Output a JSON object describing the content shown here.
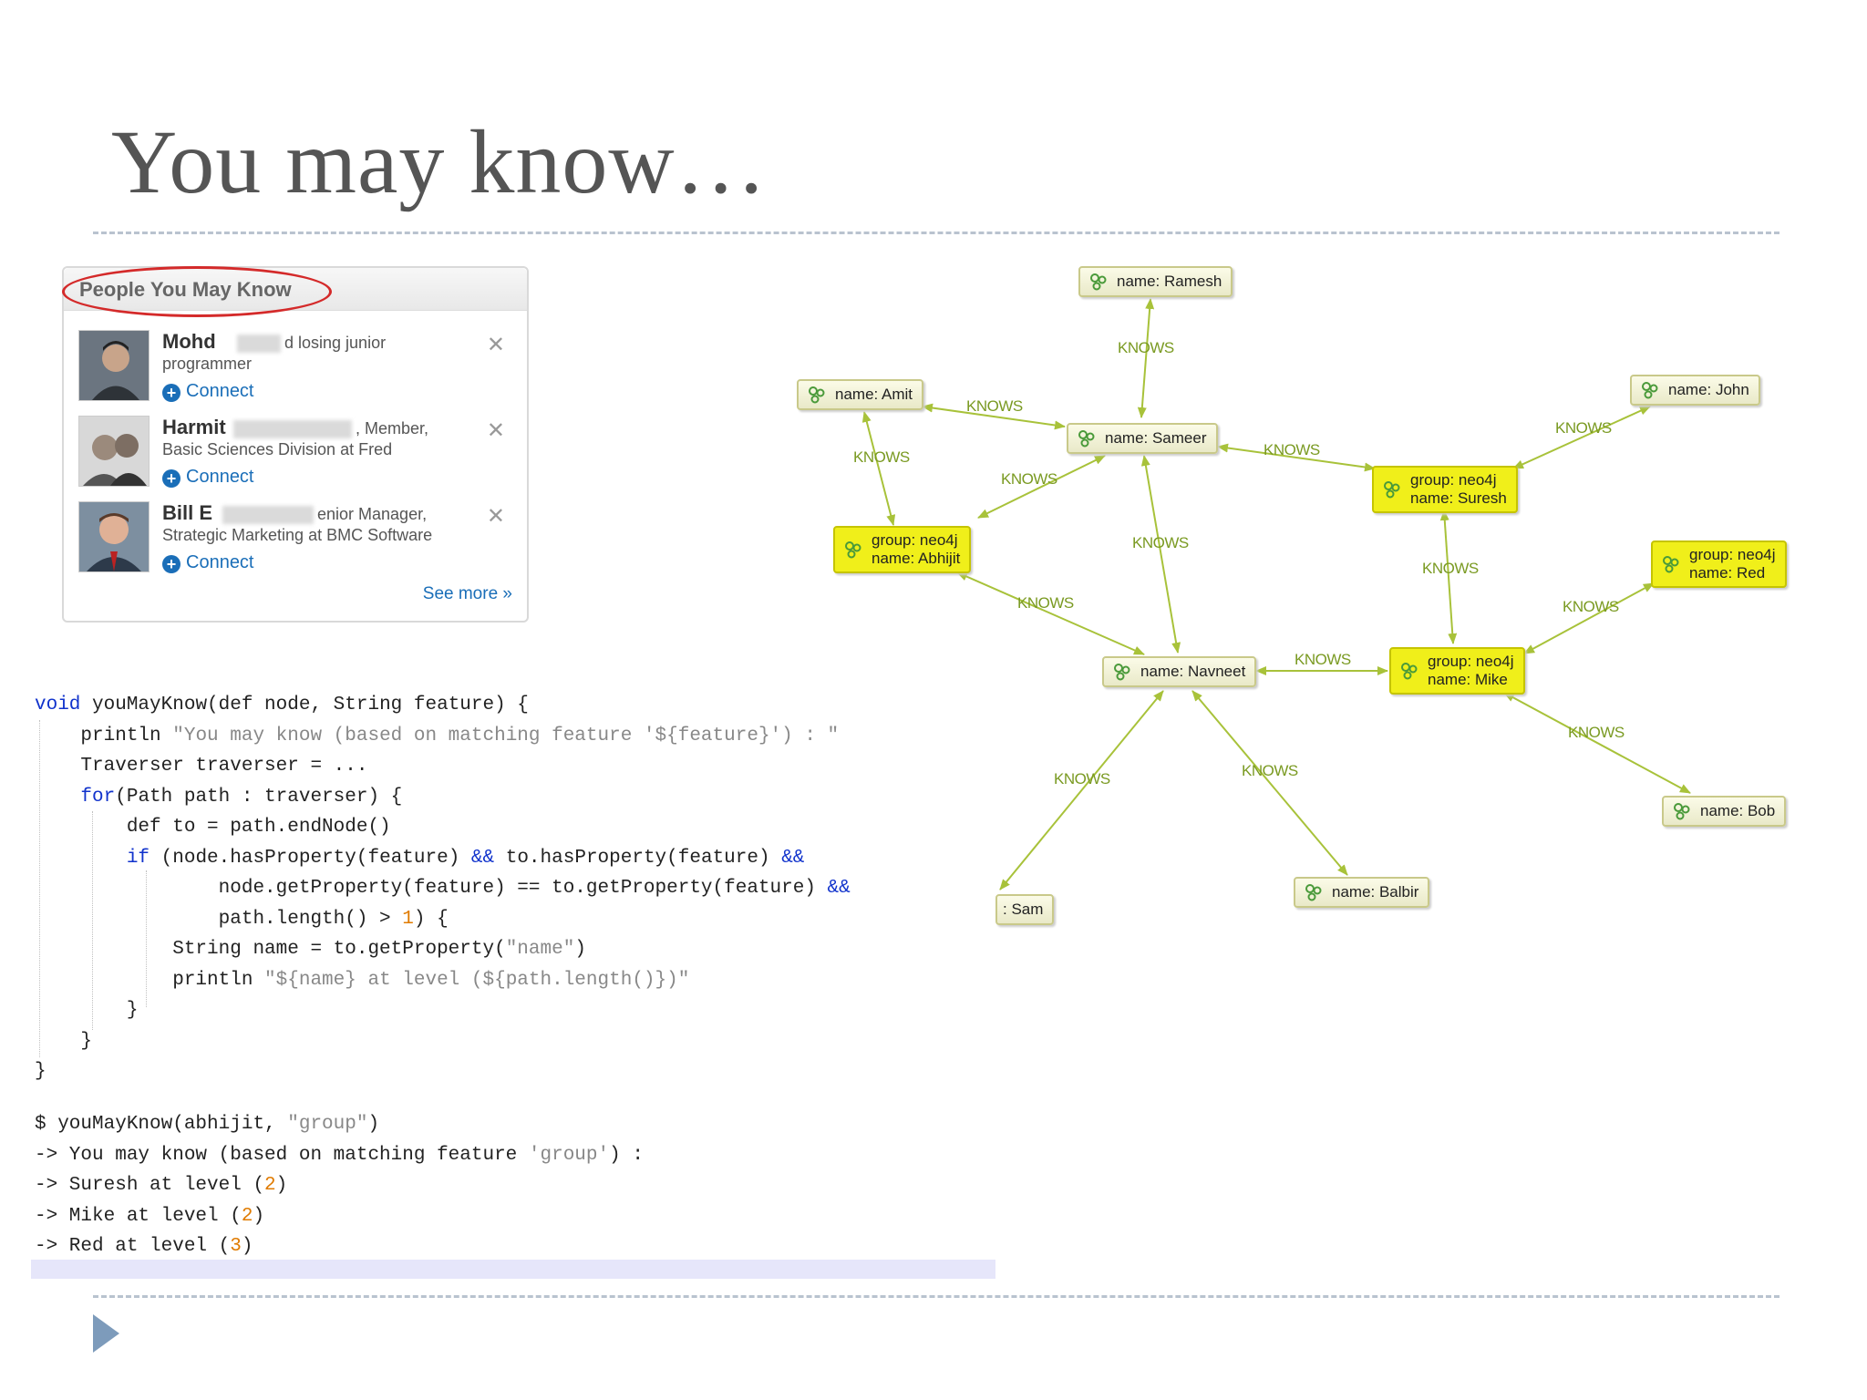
{
  "slide": {
    "title": "You may know…"
  },
  "widget": {
    "title": "People You May Know",
    "people": [
      {
        "name": "Mohd",
        "headline_tail": "d losing junior programmer",
        "connect": "Connect",
        "close": "✕"
      },
      {
        "name": "Harmit",
        "headline_tail": ", Member, Basic Sciences Division at Fred",
        "connect": "Connect",
        "close": "✕"
      },
      {
        "name": "Bill E",
        "headline_tail": "enior Manager, Strategic Marketing at BMC Software",
        "connect": "Connect",
        "close": "✕"
      }
    ],
    "see_more": "See more »"
  },
  "code": {
    "lines": [
      "void youMayKnow(def node, String feature) {",
      "    println \"You may know (based on matching feature '${feature}') : \"",
      "    Traverser traverser = ...",
      "    for(Path path : traverser) {",
      "        def to = path.endNode()",
      "        if (node.hasProperty(feature) && to.hasProperty(feature) &&",
      "                node.getProperty(feature) == to.getProperty(feature) &&",
      "                path.length() > 1) {",
      "            String name = to.getProperty(\"name\")",
      "            println \"${name} at level (${path.length()})\"",
      "        }",
      "    }",
      "}"
    ],
    "output": [
      "$ youMayKnow(abhijit, \"group\")",
      "-> You may know (based on matching feature 'group') :",
      "-> Suresh at level (2)",
      "-> Mike at level (2)",
      "-> Red at level (3)"
    ]
  },
  "graph": {
    "edge_label": "KNOWS",
    "nodes": {
      "ramesh": {
        "lines": [
          "name: Ramesh"
        ]
      },
      "amit": {
        "lines": [
          "name: Amit"
        ]
      },
      "sameer": {
        "lines": [
          "name: Sameer"
        ]
      },
      "john": {
        "lines": [
          "name: John"
        ]
      },
      "suresh": {
        "lines": [
          "group: neo4j",
          "name: Suresh"
        ]
      },
      "abhijit": {
        "lines": [
          "group: neo4j",
          "name: Abhijit"
        ]
      },
      "red": {
        "lines": [
          "group: neo4j",
          "name: Red"
        ]
      },
      "navneet": {
        "lines": [
          "name: Navneet"
        ]
      },
      "mike": {
        "lines": [
          "group: neo4j",
          "name: Mike"
        ]
      },
      "bob": {
        "lines": [
          "name: Bob"
        ]
      },
      "balbir": {
        "lines": [
          "name: Balbir"
        ]
      },
      "sam": {
        "lines": [
          ": Sam"
        ]
      }
    },
    "colors": {
      "edge": "#a8c23a",
      "highlight": "#f0ef1a",
      "node": "#f3f3d8"
    }
  }
}
